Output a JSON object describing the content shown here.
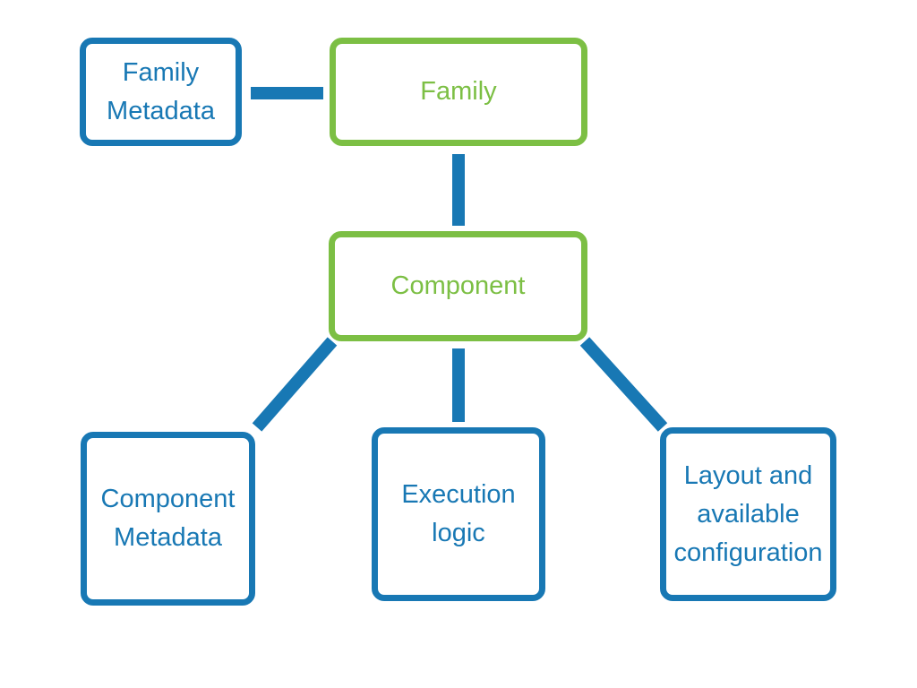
{
  "colors": {
    "blue": "#1878b4",
    "green": "#7cbf44",
    "background": "#ffffff"
  },
  "diagram": {
    "nodes": [
      {
        "id": "family-metadata",
        "label": "Family\nMetadata",
        "color": "blue"
      },
      {
        "id": "family",
        "label": "Family",
        "color": "green"
      },
      {
        "id": "component",
        "label": "Component",
        "color": "green"
      },
      {
        "id": "component-metadata",
        "label": "Component\nMetadata",
        "color": "blue"
      },
      {
        "id": "execution-logic",
        "label": "Execution\nlogic",
        "color": "blue"
      },
      {
        "id": "layout-configuration",
        "label": "Layout and\navailable\nconfiguration",
        "color": "blue"
      }
    ],
    "edges": [
      {
        "from": "family-metadata",
        "to": "family"
      },
      {
        "from": "family",
        "to": "component"
      },
      {
        "from": "component",
        "to": "component-metadata"
      },
      {
        "from": "component",
        "to": "execution-logic"
      },
      {
        "from": "component",
        "to": "layout-configuration"
      }
    ]
  }
}
